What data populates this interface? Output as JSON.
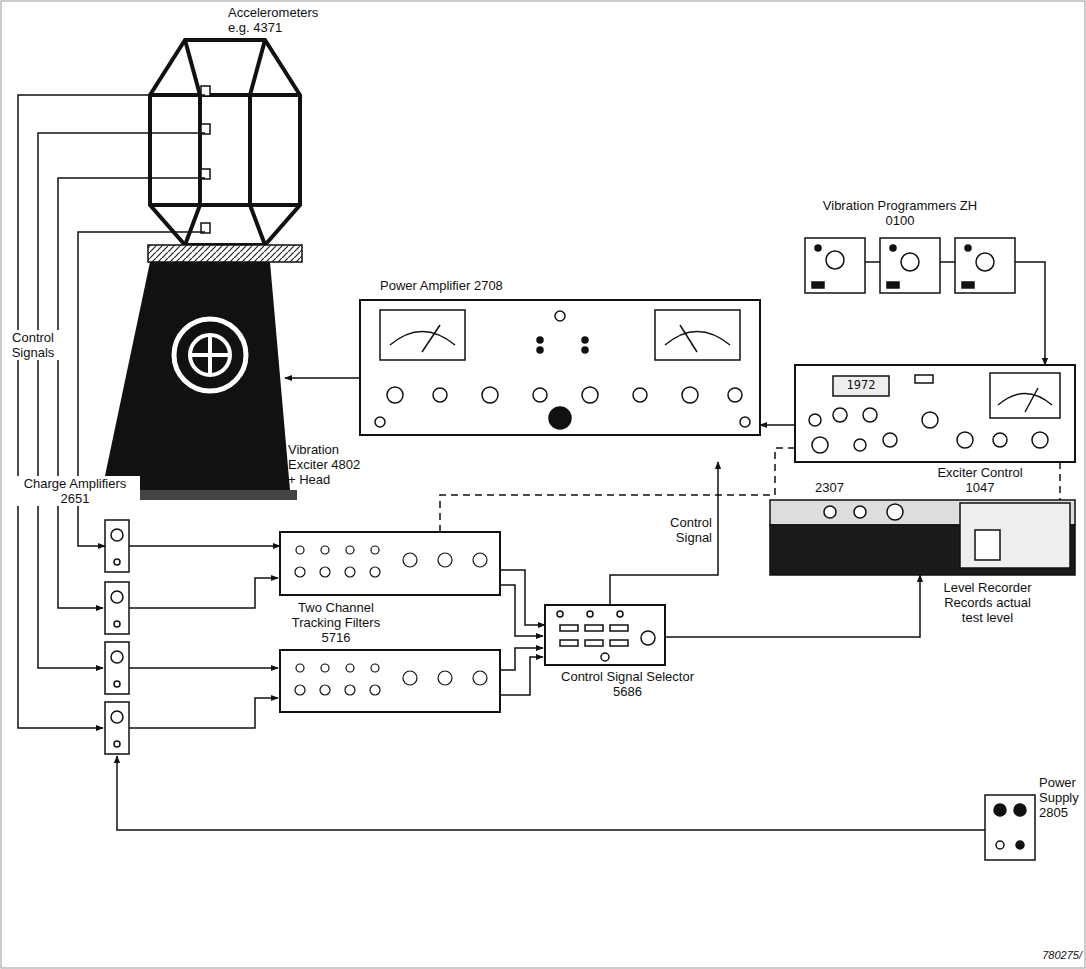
{
  "diagram": {
    "nodes": [
      {
        "text": [
          "Vibration Exciter 4802 + Head"
        ]
      },
      {
        "text": [
          "Power Amplifier 2708"
        ]
      },
      {
        "text": [
          "Exciter Control 1047"
        ]
      },
      {
        "text": [
          "Vibration Programmers ZH 0100"
        ]
      },
      {
        "text": [
          "2307",
          "Level Recorder Records actual test level"
        ]
      },
      {
        "text": [
          "Control Signal Selector 5686"
        ]
      },
      {
        "text": [
          "Two Channel Tracking Filters 5716"
        ]
      },
      {
        "text": [
          "Charge Amplifiers 2651"
        ]
      },
      {
        "text": [
          "Power Supply 2805"
        ]
      },
      {
        "text": [
          "Accelerometers e.g. 4371"
        ]
      }
    ],
    "edges": [
      {
        "from": 3,
        "to": 2,
        "arrow": "to"
      },
      {
        "from": 2,
        "to": 1,
        "arrow": "to"
      },
      {
        "from": 1,
        "to": 0,
        "arrow": "to"
      },
      {
        "from": 5,
        "to": 2,
        "label": "Control Signal",
        "arrow": "to"
      },
      {
        "from": 5,
        "to": 4,
        "arrow": "to"
      },
      {
        "from": 6,
        "to": 5,
        "arrow": "to"
      },
      {
        "from": 7,
        "to": 6,
        "arrow": "to"
      },
      {
        "from": 9,
        "to": 7,
        "arrow": "to"
      },
      {
        "from": 6,
        "to": 2,
        "arrow": "none"
      },
      {
        "from": 2,
        "to": 4,
        "arrow": "none"
      }
    ],
    "labels": [
      "Control Signals",
      "1972",
      "780275/"
    ]
  }
}
